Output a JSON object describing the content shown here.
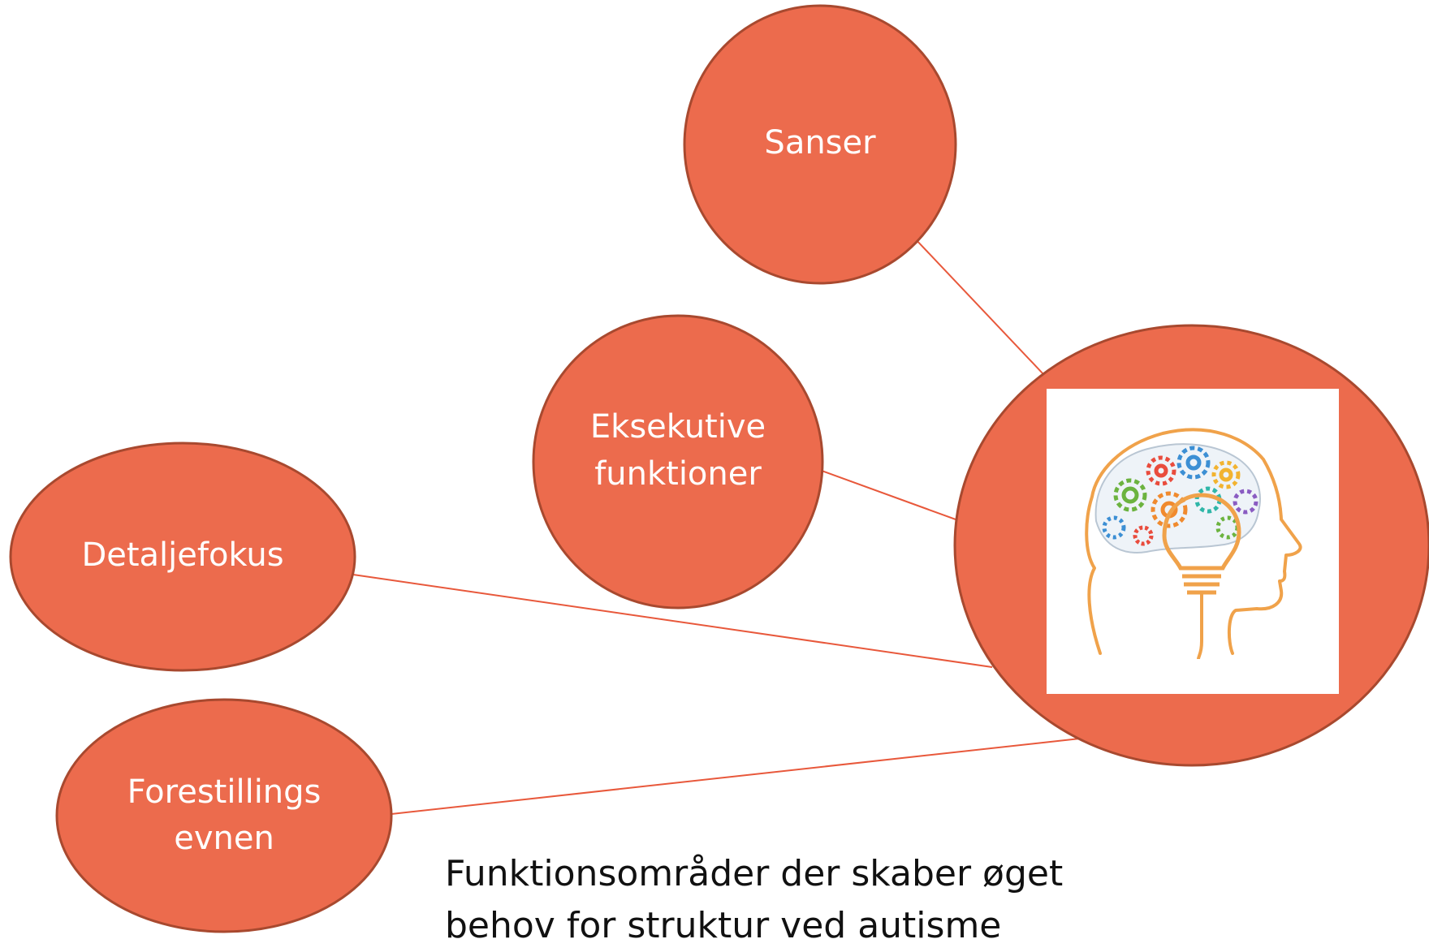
{
  "colors": {
    "node_fill": "#EC6B4D",
    "node_stroke": "#A8492F",
    "connector": "#E8583B",
    "text_on_node": "#FFFFFF",
    "caption_text": "#111111"
  },
  "nodes": {
    "sanser": {
      "label": "Sanser"
    },
    "eksekutive": {
      "line1": "Eksekutive",
      "line2": "funktioner"
    },
    "detaljefokus": {
      "label": "Detaljefokus"
    },
    "forestillings": {
      "line1": "Forestillings",
      "line2": "evnen"
    }
  },
  "center": {
    "icon": "brain-gears-lightbulb-head-icon"
  },
  "caption": {
    "line1": "Funktionsområder der skaber øget",
    "line2": "behov for struktur ved autisme"
  }
}
